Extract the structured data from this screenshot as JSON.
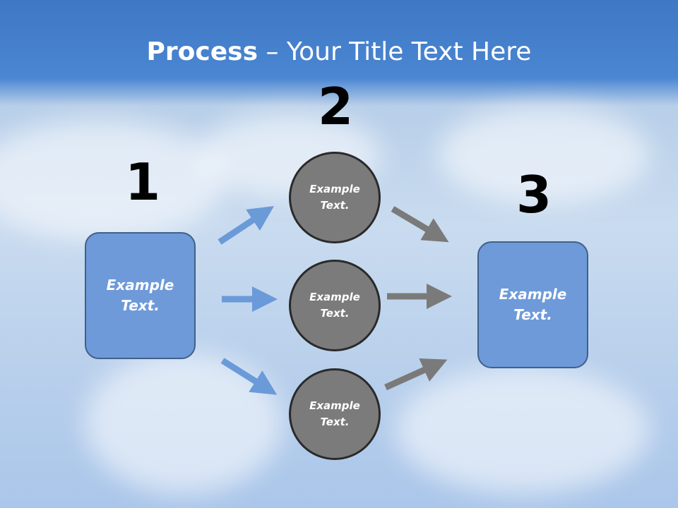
{
  "title": {
    "bold": "Process",
    "rest": " – Your Title Text Here"
  },
  "steps": [
    {
      "number": "1",
      "text_line1": "Example",
      "text_line2": "Text."
    },
    {
      "number": "2"
    },
    {
      "number": "3",
      "text_line1": "Example",
      "text_line2": "Text."
    }
  ],
  "circles": [
    {
      "line1": "Example",
      "line2": "Text."
    },
    {
      "line1": "Example",
      "line2": "Text."
    },
    {
      "line1": "Example",
      "line2": "Text."
    }
  ],
  "colors": {
    "box_fill": "#6e9ad9",
    "circle_fill": "#7b7b7b",
    "arrow_blue": "#6a9ad8",
    "arrow_gray": "#7a7a7a"
  }
}
